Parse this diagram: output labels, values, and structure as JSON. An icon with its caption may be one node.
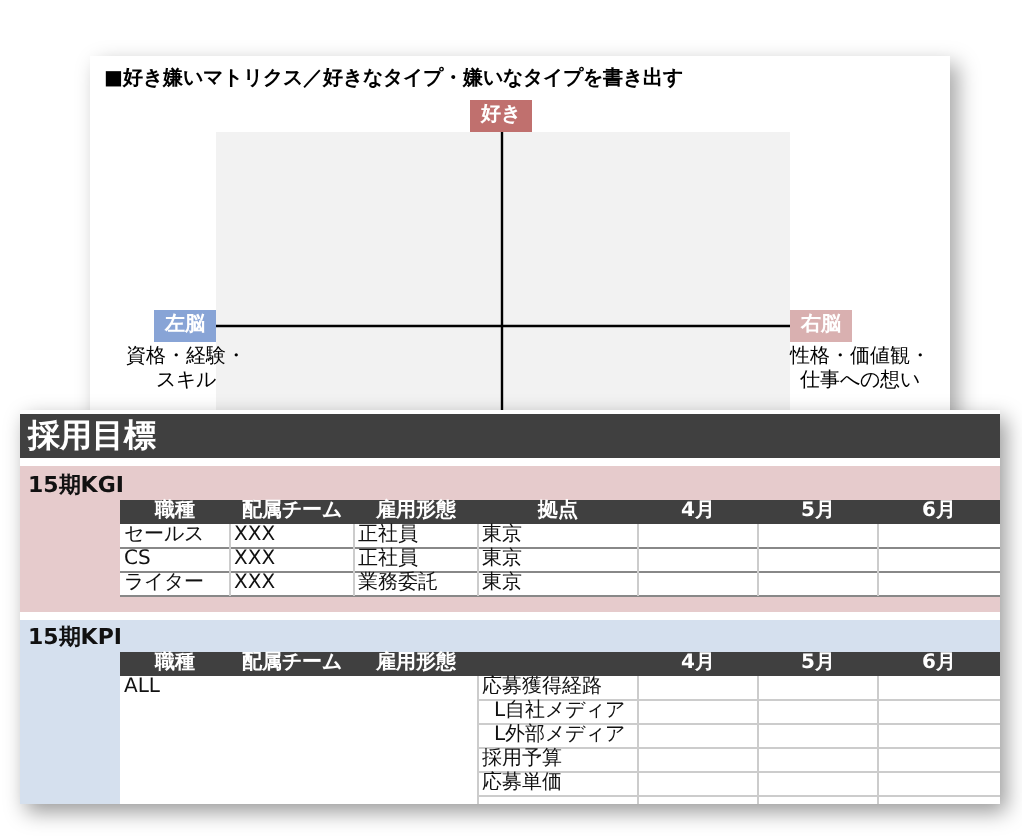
{
  "diagram": {
    "title": "■好き嫌いマトリクス／好きなタイプ・嫌いなタイプを書き出す",
    "nodes": [
      {
        "text": [
          "好き"
        ]
      },
      {
        "text": [
          "左脳"
        ],
        "beside": [
          "資格・経験・スキル"
        ]
      },
      {
        "text": [
          "右脳"
        ],
        "beside": [
          "性格・価値観・仕事への想い"
        ]
      }
    ],
    "labels": [
      "採用目標",
      "15期KGI",
      "職種",
      "配属チーム",
      "雇用形態",
      "拠点",
      "4月",
      "5月",
      "6月",
      "セールス",
      "XXX",
      "正社員",
      "東京",
      "CS",
      "XXX",
      "正社員",
      "東京",
      "ライター",
      "XXX",
      "業務委託",
      "東京",
      "15期KPI",
      "職種",
      "配属チーム",
      "雇用形態",
      "4月",
      "5月",
      "6月",
      "ALL",
      "応募獲得経路",
      "L自社メディア",
      "L外部メディア",
      "採用予算",
      "応募単価"
    ]
  }
}
